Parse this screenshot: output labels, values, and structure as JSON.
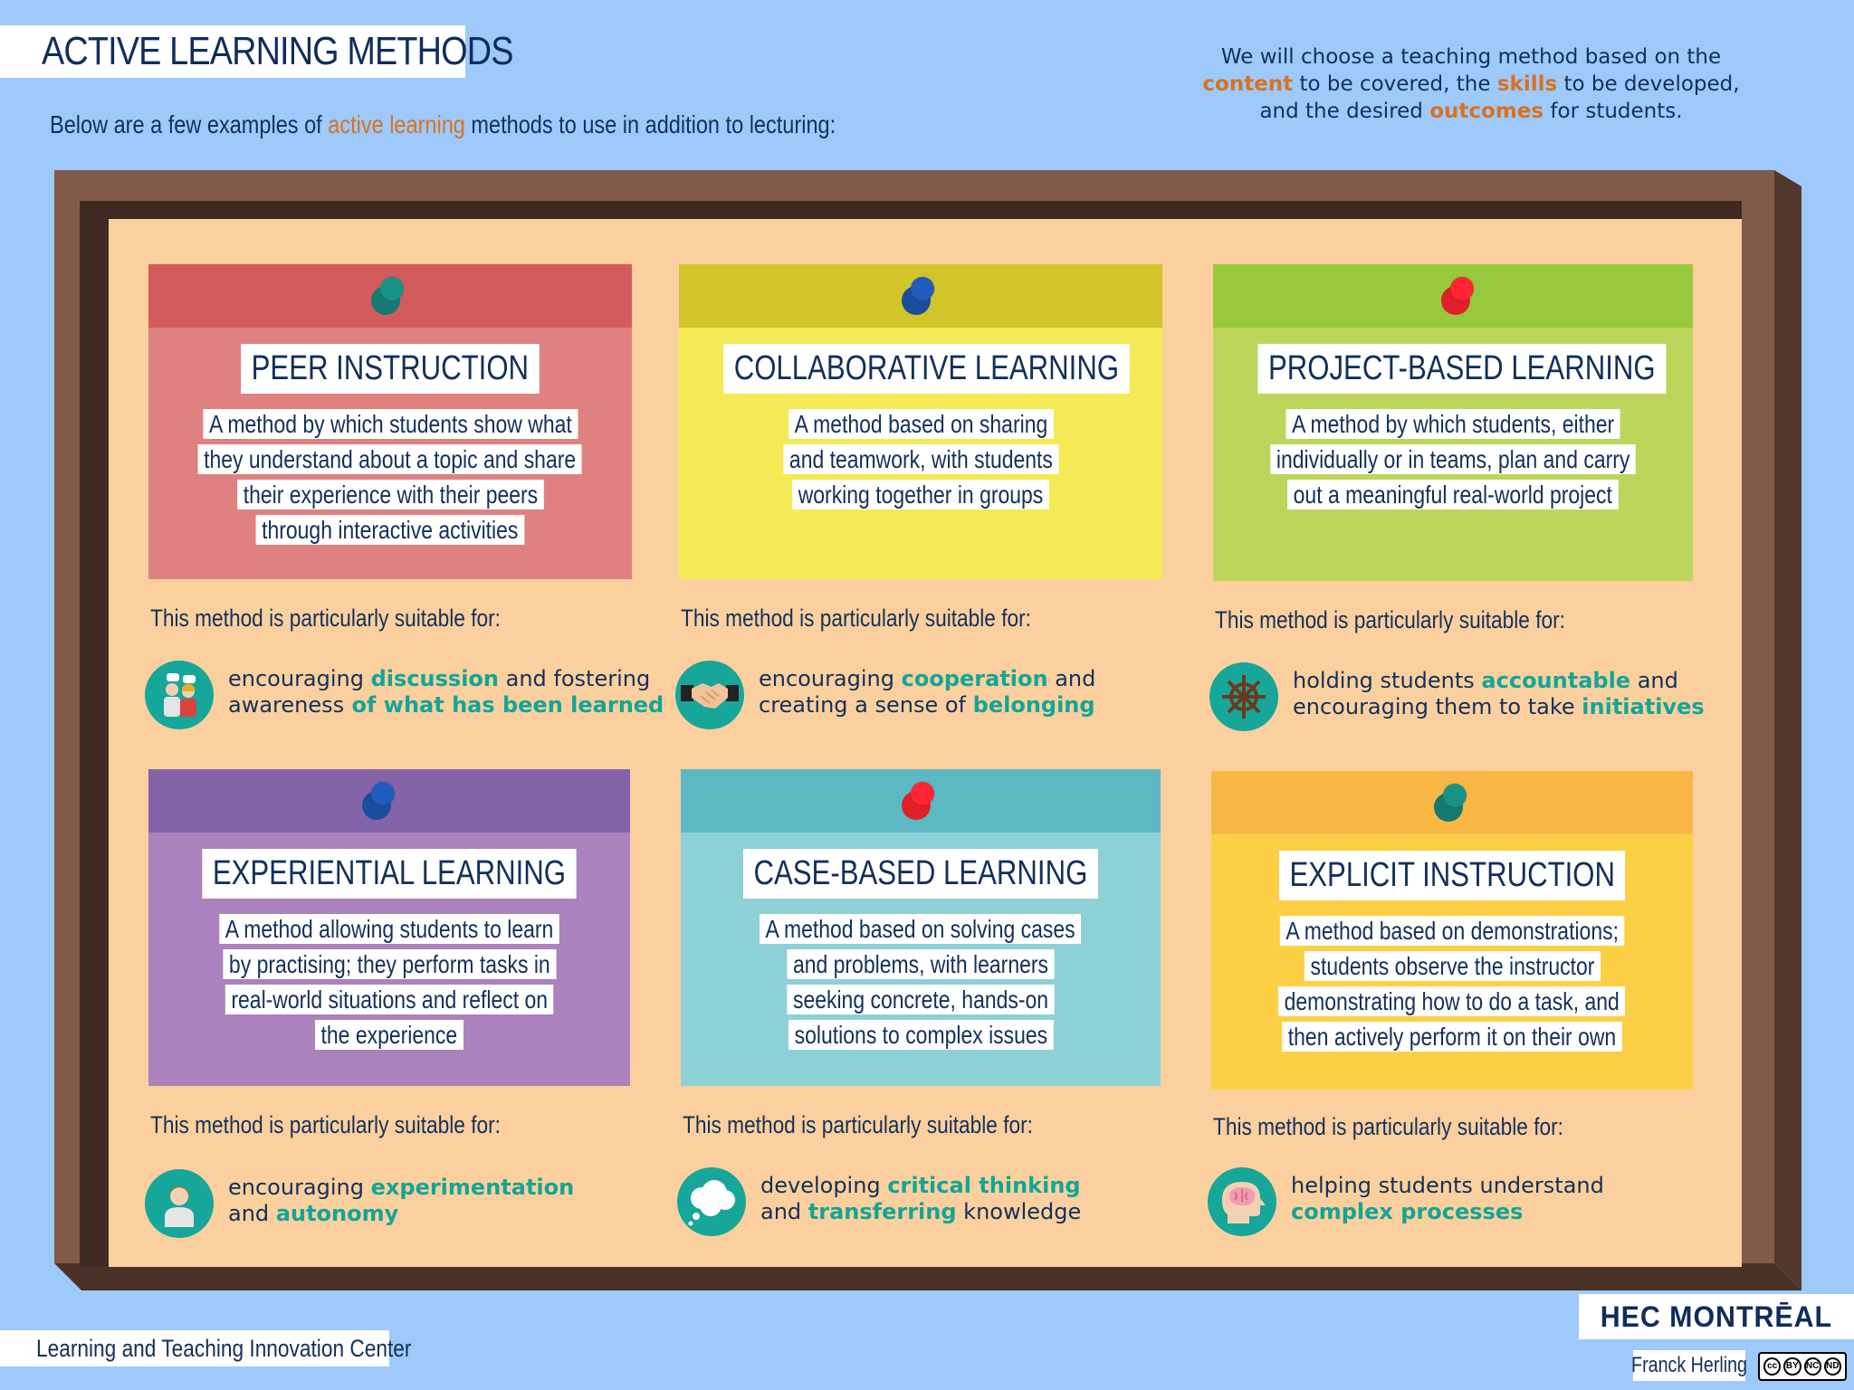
{
  "header": {
    "title": "ACTIVE LEARNING METHODS",
    "subtitle_before": "Below are a few examples of ",
    "subtitle_accent": "active learning",
    "subtitle_after": " methods to use in addition to lecturing:"
  },
  "intro": {
    "p1": "We will choose a teaching method based on the",
    "k1": "content",
    "p2": " to be covered, the ",
    "k2": "skills",
    "p3": " to be developed,",
    "p4": "and the desired ",
    "k3": "outcomes",
    "p5": " for students."
  },
  "suitable_label": "This method is particularly suitable for:",
  "cards": [
    {
      "title": "PEER INSTRUCTION",
      "desc": [
        "A method by which students show what",
        "they understand about a topic and share",
        "their experience with their peers",
        "through interactive activities"
      ],
      "band_color": "#d45b5b",
      "body_color": "#e08181",
      "pin_color": "#147a70",
      "icon": "students-discussion-icon",
      "benefit": {
        "a": "encouraging ",
        "b": "discussion",
        "c": " and fostering",
        "d": "awareness",
        "e": " of what has been learned"
      }
    },
    {
      "title": "COLLABORATIVE LEARNING",
      "desc": [
        "A method based on sharing",
        "and teamwork, with students",
        "working together in groups"
      ],
      "band_color": "#d2c52b",
      "body_color": "#f4ea55",
      "pin_color": "#1a4d9c",
      "icon": "handshake-icon",
      "benefit": {
        "a": "encouraging ",
        "b": "cooperation",
        "c": " and",
        "d": "creating a sense of ",
        "e": "belonging"
      }
    },
    {
      "title": "PROJECT-BASED LEARNING",
      "desc": [
        "A method by which students, either",
        "individually or in teams, plan and carry",
        "out a meaningful real-world project"
      ],
      "band_color": "#98c93c",
      "body_color": "#bcd65c",
      "pin_color": "#e01f2a",
      "icon": "ship-wheel-icon",
      "benefit": {
        "a": "holding students ",
        "b": "accountable",
        "c": " and",
        "d": "encouraging them to take ",
        "e": "initiatives"
      }
    },
    {
      "title": "EXPERIENTIAL LEARNING",
      "desc": [
        "A method allowing students to learn",
        "by practising; they perform tasks in",
        "real-world situations and reflect on",
        "the experience"
      ],
      "band_color": "#8563a8",
      "body_color": "#ab82bd",
      "pin_color": "#1a4d9c",
      "icon": "student-avatar-icon",
      "benefit": {
        "a": "encouraging ",
        "b": "experimentation",
        "c": "",
        "d": "and ",
        "e": "autonomy"
      }
    },
    {
      "title": "CASE-BASED LEARNING",
      "desc": [
        "A method based on solving cases",
        "and problems, with learners",
        "seeking concrete, hands-on",
        "solutions to complex issues"
      ],
      "band_color": "#5cb9c4",
      "body_color": "#8dd1d7",
      "pin_color": "#e01f2a",
      "icon": "thought-cloud-icon",
      "benefit": {
        "a": "developing ",
        "b": "critical thinking",
        "c": "",
        "d": "and ",
        "e": "transferring",
        "f": " knowledge"
      }
    },
    {
      "title": "EXPLICIT INSTRUCTION",
      "desc": [
        "A method based on demonstrations;",
        "students observe the instructor",
        "demonstrating how to do a task, and",
        "then actively perform it on their own"
      ],
      "band_color": "#f8b744",
      "body_color": "#fcd044",
      "pin_color": "#147a70",
      "icon": "brain-head-icon",
      "benefit": {
        "a": "helping students understand",
        "b": "",
        "c": "",
        "d": "",
        "e": "complex processes"
      }
    }
  ],
  "footer": {
    "center": "Learning and Teaching Innovation Center",
    "logo": "HEC MONTRĒAL",
    "author": "Franck Herling",
    "license": [
      "cc",
      "BY",
      "NC",
      "ND"
    ]
  }
}
